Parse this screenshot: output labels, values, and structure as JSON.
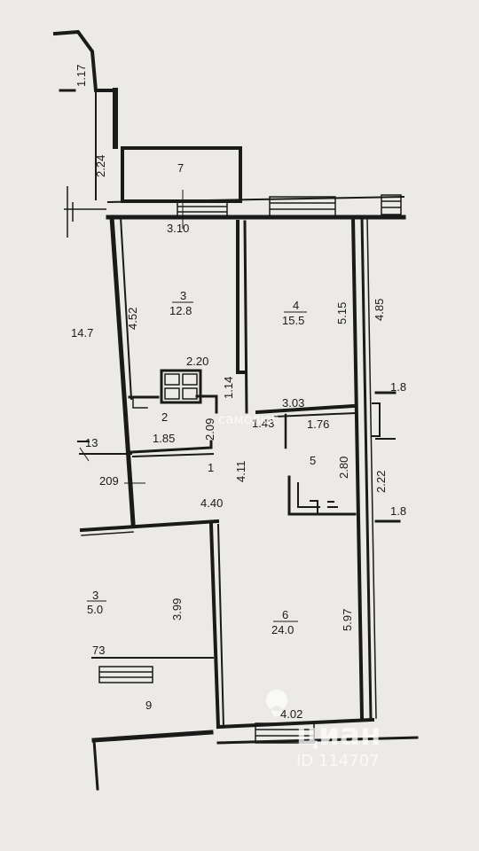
{
  "rooms": {
    "r1": {
      "no": "1"
    },
    "r2": {
      "no": "2"
    },
    "r3a": {
      "no": "3",
      "area": "12.8"
    },
    "r3b": {
      "no": "3",
      "area": "5.0"
    },
    "r4": {
      "no": "4",
      "area": "15.5"
    },
    "r5": {
      "no": "5"
    },
    "r6": {
      "no": "6",
      "area": "24.0"
    },
    "r7": {
      "no": "7"
    },
    "r9": {
      "no": "9"
    }
  },
  "dimensions": {
    "d117": "1.17",
    "d224": "2.24",
    "d310": "3.10",
    "d452": "4.52",
    "d147": "14.7",
    "d220": "2.20",
    "d114": "1.14",
    "d209v": "2.09",
    "d185": "1.85",
    "d143": "1.43",
    "d303": "3.03",
    "d176": "1.76",
    "d515": "5.15",
    "d485": "4.85",
    "d411": "4.11",
    "d280": "2.80",
    "d222": "2.22",
    "d440": "4.40",
    "d209h": "209",
    "d13": "13",
    "d18a": "1.8",
    "d18b": "1.8",
    "d399": "3.99",
    "d597": "5.97",
    "d73": "73",
    "d402": "4.02"
  },
  "watermarks": {
    "agency": "самолюс",
    "brand": "циан",
    "listing_id": "ID 114707"
  },
  "colors": {
    "paper": "#eceae6",
    "ink": "#1a1a1a"
  }
}
